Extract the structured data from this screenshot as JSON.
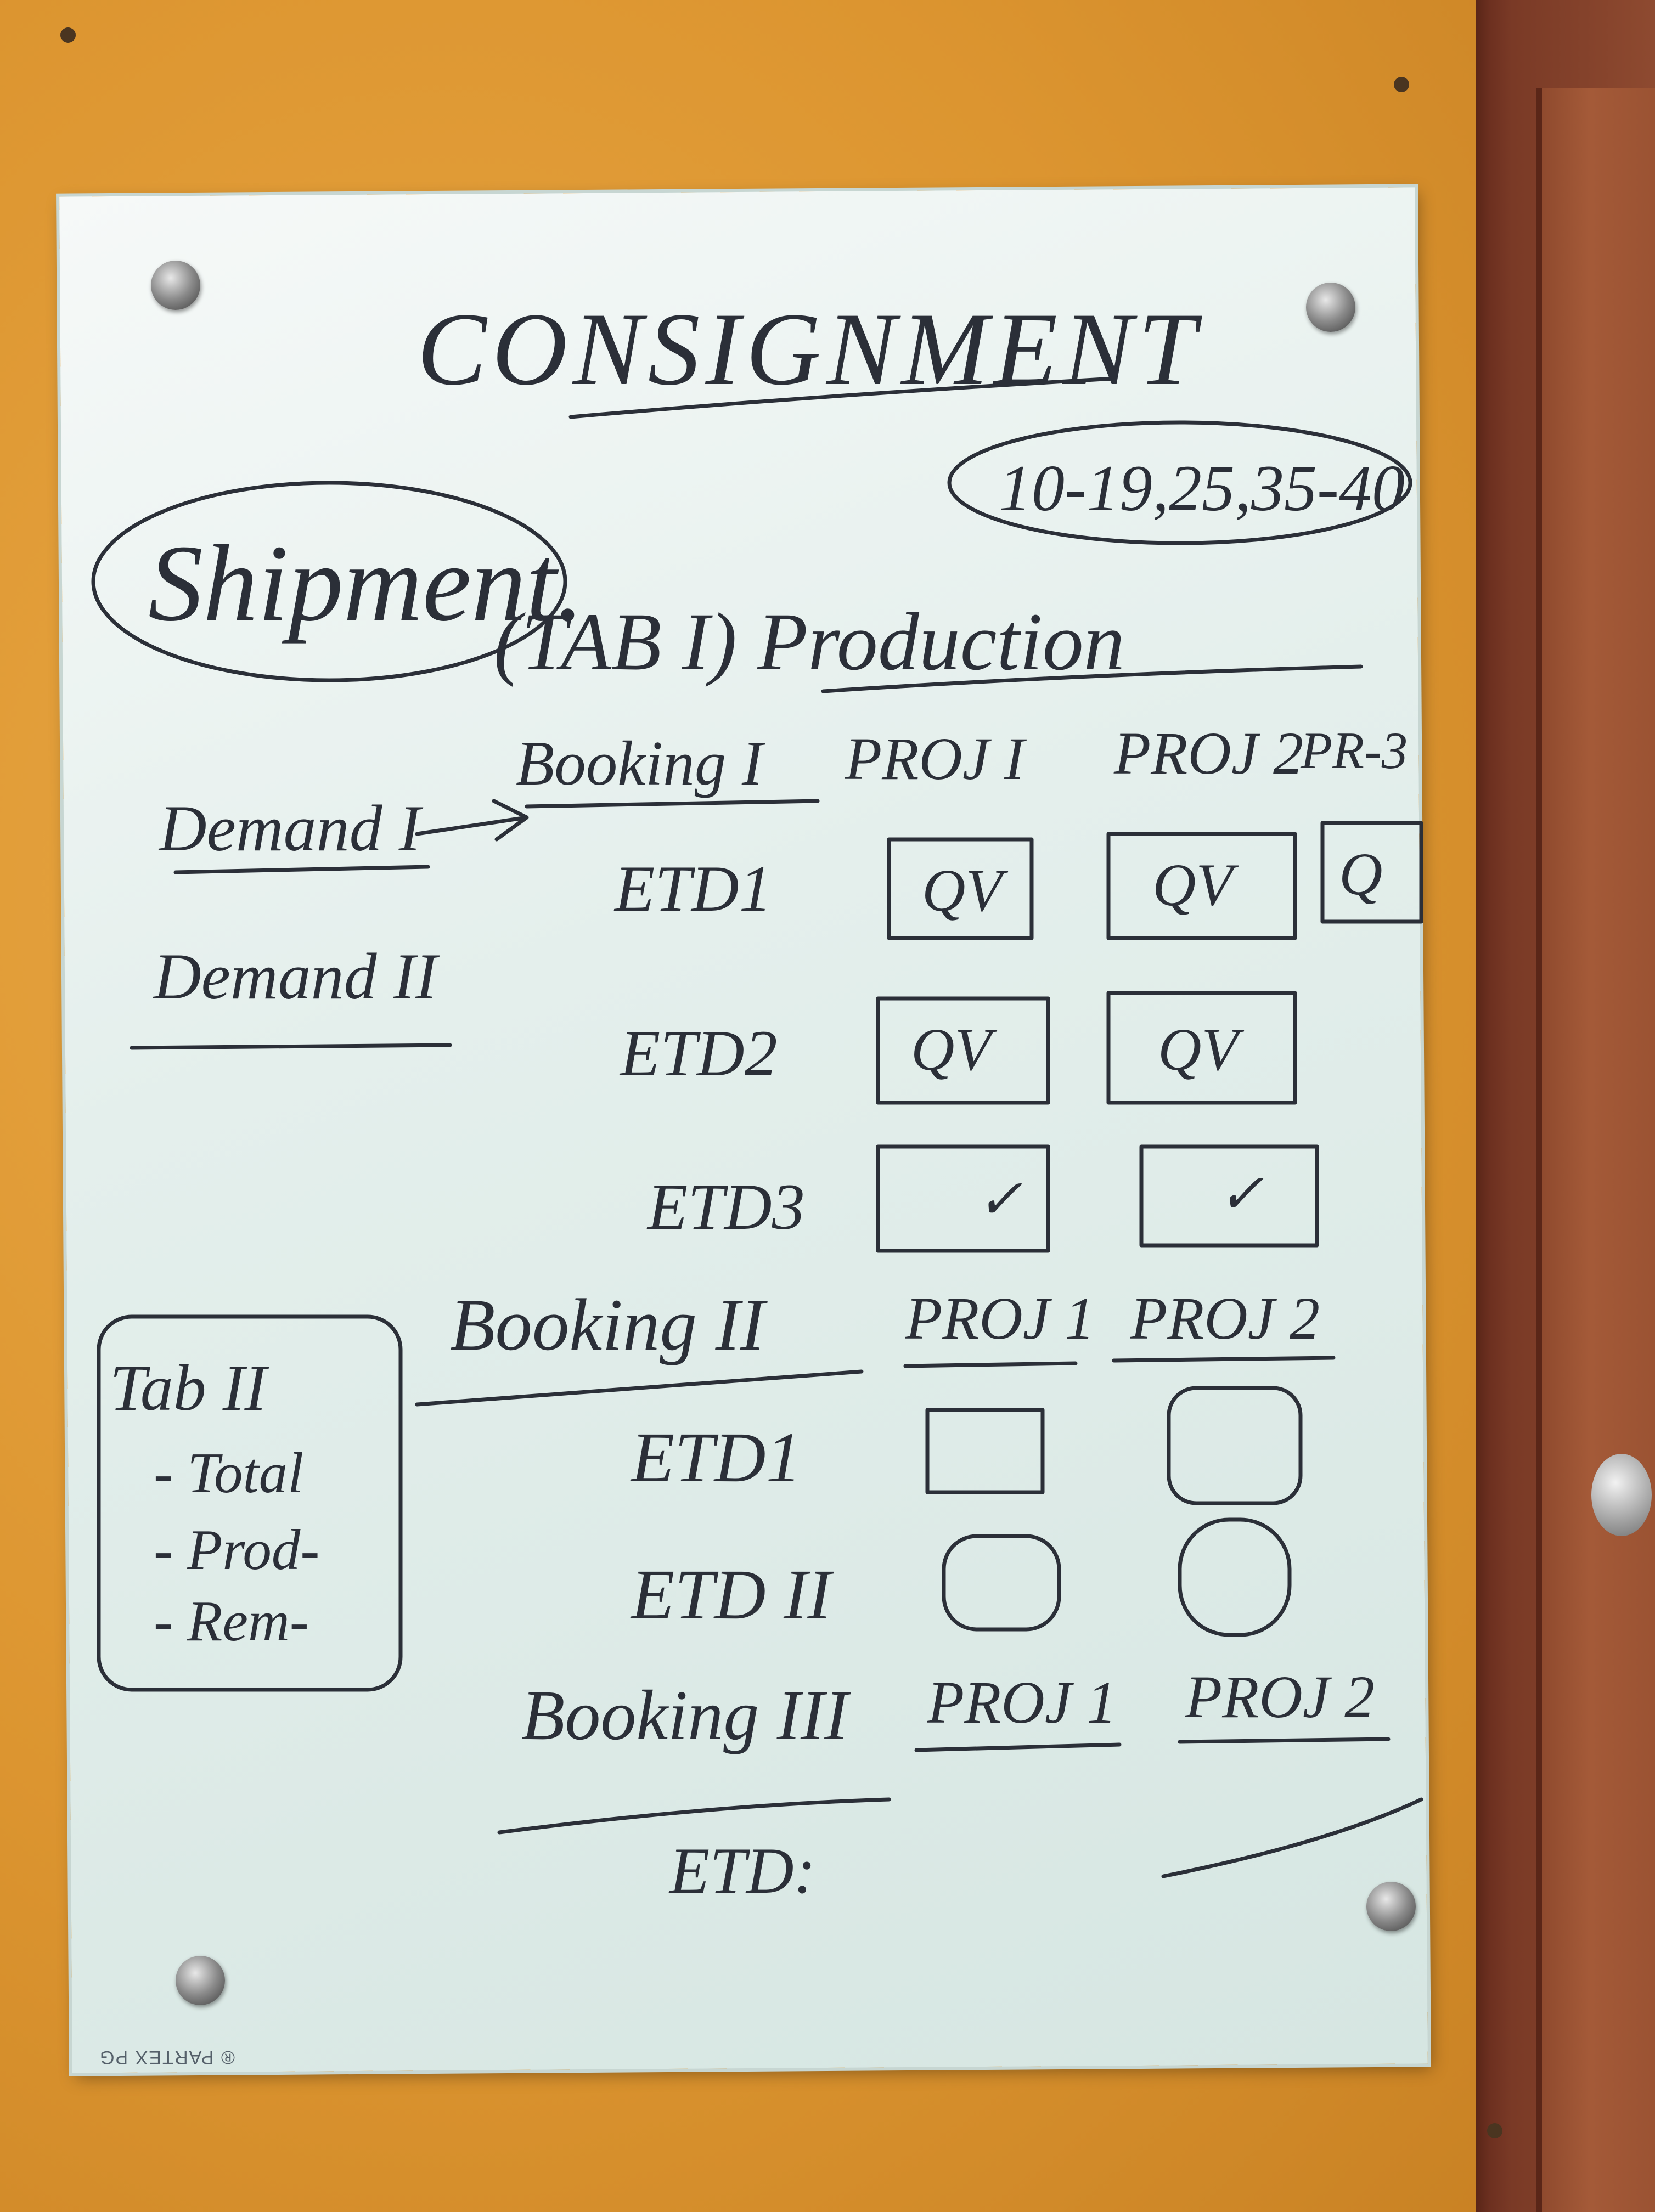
{
  "board": {
    "title": "CONSIGNMENT",
    "range": "10-19,25,35-40",
    "shipment": "Shipment.",
    "tab_i_production": "(TAB I) Production",
    "booking_i": {
      "label": "Booking I",
      "cols": [
        "PROJ I",
        "PROJ 2",
        "PR-3"
      ]
    },
    "demand_i": "Demand I",
    "demand_ii": "Demand II",
    "etd_rows_i": [
      {
        "label": "ETD1",
        "cells": [
          "QV",
          "QV",
          "Q"
        ]
      },
      {
        "label": "ETD2",
        "cells": [
          "QV",
          "QV"
        ]
      },
      {
        "label": "ETD3",
        "cells": [
          "✓",
          "✓"
        ]
      }
    ],
    "booking_ii": {
      "label": "Booking II",
      "cols": [
        "PROJ 1",
        "PROJ 2"
      ]
    },
    "etd_rows_ii": [
      "ETD1",
      "ETD II"
    ],
    "tab_ii": {
      "title": "Tab II",
      "items": [
        "- Total",
        "- Prod-",
        "- Rem-"
      ]
    },
    "booking_iii": {
      "label": "Booking III",
      "cols": [
        "PROJ 1",
        "PROJ 2"
      ]
    },
    "etd_iii": "ETD:",
    "brand": "® PARTEX PG"
  }
}
